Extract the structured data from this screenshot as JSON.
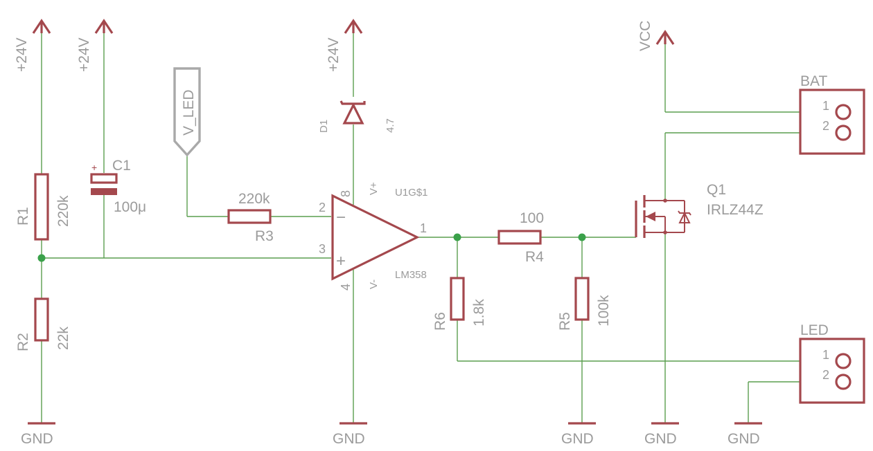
{
  "power": {
    "v24_r1": "+24V",
    "v24_c1": "+24V",
    "v24_op": "+24V",
    "vcc": "VCC",
    "gnd_r2": "GND",
    "gnd_op": "GND",
    "gnd_r5": "GND",
    "gnd_q1": "GND",
    "gnd_led": "GND"
  },
  "net_labels": {
    "v_led": "V_LED"
  },
  "components": {
    "r1": {
      "name": "R1",
      "value": "220k"
    },
    "r2": {
      "name": "R2",
      "value": "22k"
    },
    "r3": {
      "name": "R3",
      "value": "220k"
    },
    "r4": {
      "name": "R4",
      "value": "100"
    },
    "r5": {
      "name": "R5",
      "value": "100k"
    },
    "r6": {
      "name": "R6",
      "value": "1.8k"
    },
    "c1": {
      "name": "C1",
      "value": "100μ",
      "polarity": "+"
    },
    "d1": {
      "name": "D1",
      "value": "4.7"
    },
    "u1": {
      "name": "U1G$1",
      "value": "LM358",
      "vplus": "V+",
      "vminus": "V-",
      "pin_plus": "+",
      "pin_minus": "−"
    },
    "q1": {
      "name": "Q1",
      "value": "IRLZ44Z"
    }
  },
  "pins": {
    "p8": "8",
    "p4": "4",
    "p2": "2",
    "p3": "3",
    "p1": "1"
  },
  "connectors": {
    "bat": {
      "name": "BAT",
      "pin1": "1",
      "pin2": "2"
    },
    "led": {
      "name": "LED",
      "pin1": "1",
      "pin2": "2"
    }
  },
  "colors": {
    "wire": "#5a9e4e",
    "symbol": "#a4484d",
    "junction": "#3aa14a",
    "text": "#9b9b9b",
    "background": "#ffffff"
  }
}
